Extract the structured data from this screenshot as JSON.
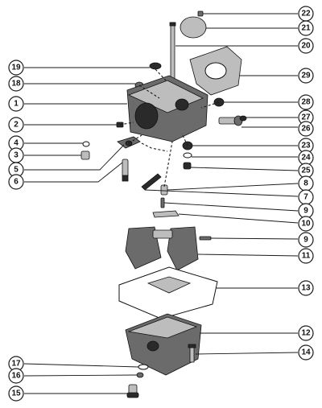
{
  "callouts": [
    {
      "id": "c22",
      "label": "22"
    },
    {
      "id": "c21",
      "label": "21"
    },
    {
      "id": "c20",
      "label": "20"
    },
    {
      "id": "c29",
      "label": "29"
    },
    {
      "id": "c19",
      "label": "19"
    },
    {
      "id": "c18",
      "label": "18"
    },
    {
      "id": "c1",
      "label": "1"
    },
    {
      "id": "c28",
      "label": "28"
    },
    {
      "id": "c27",
      "label": "27"
    },
    {
      "id": "c2",
      "label": "2"
    },
    {
      "id": "c26",
      "label": "26"
    },
    {
      "id": "c4",
      "label": "4"
    },
    {
      "id": "c23",
      "label": "23"
    },
    {
      "id": "c3",
      "label": "3"
    },
    {
      "id": "c24",
      "label": "24"
    },
    {
      "id": "c5",
      "label": "5"
    },
    {
      "id": "c25",
      "label": "25"
    },
    {
      "id": "c6",
      "label": "6"
    },
    {
      "id": "c8",
      "label": "8"
    },
    {
      "id": "c7",
      "label": "7"
    },
    {
      "id": "c9a",
      "label": "9"
    },
    {
      "id": "c10",
      "label": "10"
    },
    {
      "id": "c9b",
      "label": "9"
    },
    {
      "id": "c11",
      "label": "11"
    },
    {
      "id": "c13",
      "label": "13"
    },
    {
      "id": "c12",
      "label": "12"
    },
    {
      "id": "c14",
      "label": "14"
    },
    {
      "id": "c17",
      "label": "17"
    },
    {
      "id": "c16",
      "label": "16"
    },
    {
      "id": "c15",
      "label": "15"
    }
  ]
}
